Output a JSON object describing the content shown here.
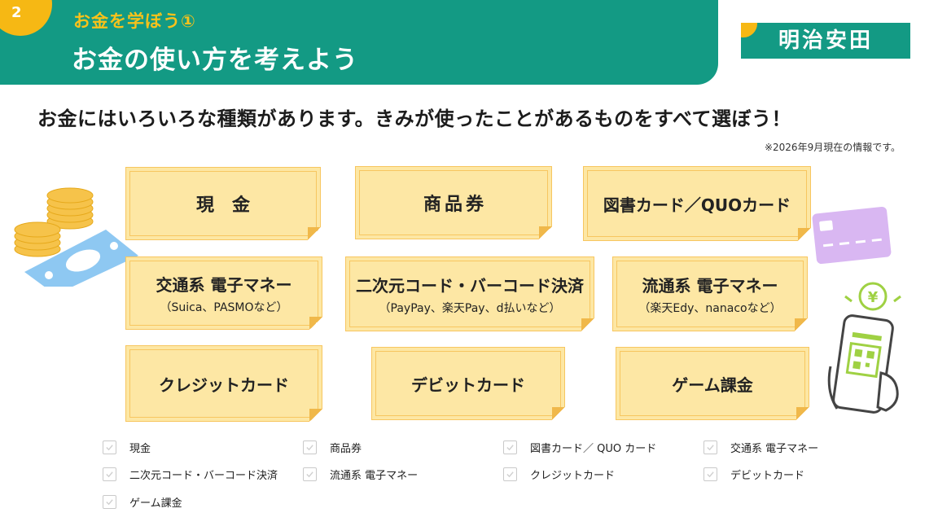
{
  "header": {
    "step": "2",
    "subtitle": "お金を学ぼう①",
    "title": "お金の使い方を考えよう"
  },
  "logo": {
    "text": "明治安田"
  },
  "instruction": "お金にはいろいろな種類があります。きみが使ったことがあるものをすべて選ぼう！",
  "note": "※2026年9月現在の情報です。",
  "cards": [
    {
      "title": "現金",
      "sub": ""
    },
    {
      "title": "商品券",
      "sub": ""
    },
    {
      "title": "図書カード／QUOカード",
      "sub": ""
    },
    {
      "title": "交通系 電子マネー",
      "sub": "（Suica、PASMOなど）"
    },
    {
      "title": "二次元コード・バーコード決済",
      "sub": "（PayPay、楽天Pay、d払いなど）"
    },
    {
      "title": "流通系 電子マネー",
      "sub": "（楽天Edy、nanacoなど）"
    },
    {
      "title": "クレジットカード",
      "sub": ""
    },
    {
      "title": "デビットカード",
      "sub": ""
    },
    {
      "title": "ゲーム課金",
      "sub": ""
    }
  ],
  "checklist": [
    {
      "label": "現金"
    },
    {
      "label": "商品券"
    },
    {
      "label": "図書カード／ QUO カード"
    },
    {
      "label": "交通系 電子マネー"
    },
    {
      "label": "二次元コード・バーコード決済"
    },
    {
      "label": "流通系 電子マネー"
    },
    {
      "label": "クレジットカード"
    },
    {
      "label": "デビットカード"
    },
    {
      "label": "ゲーム課金"
    }
  ],
  "colors": {
    "header": "#139a84",
    "accent": "#f6b814",
    "card": "#fde7a4",
    "card_border": "#f7c660"
  },
  "icons": [
    "coins-illustration",
    "banknote-illustration",
    "ic-card-illustration",
    "smartphone-qr-illustration",
    "yen-icon"
  ]
}
